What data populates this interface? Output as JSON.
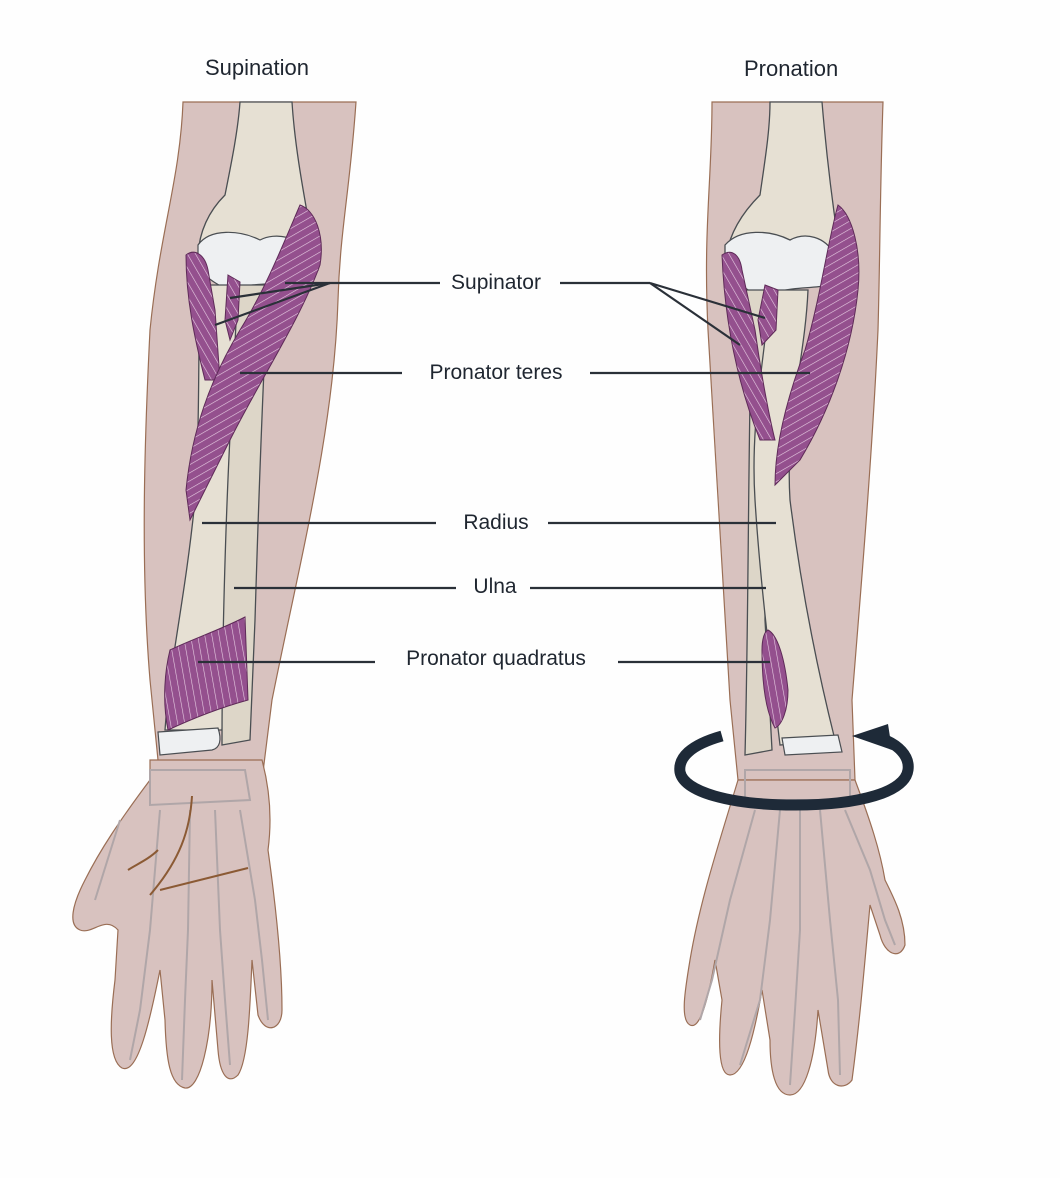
{
  "titles": {
    "left": "Supination",
    "right": "Pronation"
  },
  "labels": {
    "supinator": "Supinator",
    "pronator_teres": "Pronator teres",
    "radius": "Radius",
    "ulna": "Ulna",
    "pronator_quadratus": "Pronator quadratus"
  },
  "colors": {
    "skin": "#d8c2bf",
    "skin_outline": "#9a6e55",
    "bone": "#e6e0d3",
    "bone_outline": "#4a4e52",
    "cartilage": "#eef0f2",
    "muscle": "#94508e",
    "muscle_stripe": "#e8cfe4",
    "leader_line": "#2a3038",
    "arrow": "#1e2a38",
    "text": "#1f2630"
  },
  "icons": {
    "rotation": "curved-arrow-counterclockwise"
  }
}
